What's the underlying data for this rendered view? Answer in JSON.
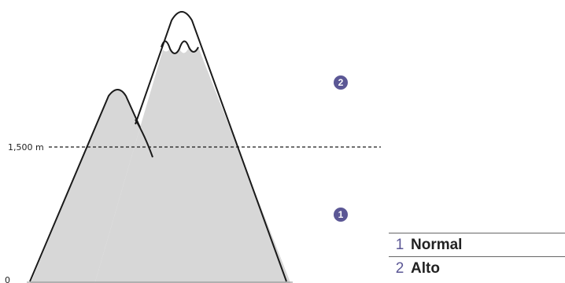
{
  "diagram": {
    "altitude_line_label": "1,500 m",
    "base_label": "0",
    "badges": [
      {
        "number": "1"
      },
      {
        "number": "2"
      }
    ],
    "colors": {
      "mountain_fill": "#d7d7d7",
      "outline": "#1a1a1a",
      "badge": "#5b5795",
      "legend_number": "#5b5795"
    }
  },
  "legend": {
    "rows": [
      {
        "number": "1",
        "label": "Normal"
      },
      {
        "number": "2",
        "label": "Alto"
      }
    ]
  }
}
